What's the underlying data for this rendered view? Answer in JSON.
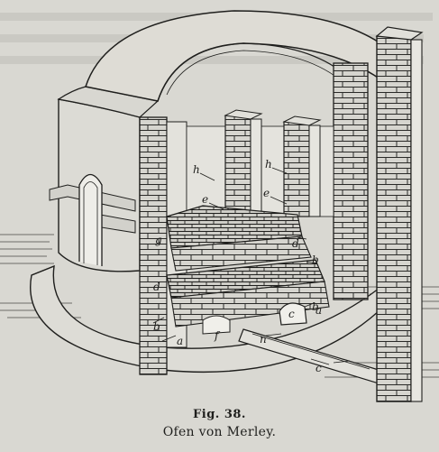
{
  "caption": {
    "number": "Fig. 38.",
    "title": "Ofen von Merley."
  },
  "labels": {
    "l_left_upper": "h",
    "l_center_upper": "h",
    "l_e_left": "e",
    "l_e_center": "e",
    "l_g": "g",
    "l_d_left": "d",
    "l_d_right": "d",
    "l_b_right": "b",
    "l_b_left": "b",
    "l_a_right": "a",
    "l_a_left": "a",
    "l_c_center": "c",
    "l_c_lower": "c",
    "l_f": "f",
    "l_b_bottom": "b",
    "l_n": "n"
  }
}
